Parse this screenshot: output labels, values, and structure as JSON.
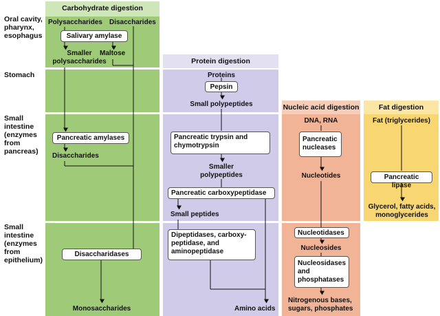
{
  "row_labels": {
    "oral": "Oral cavity,\npharynx,\nesophagus",
    "stomach": "Stomach",
    "small_pancreas": "Small\nintestine\n(enzymes\nfrom\npancreas)",
    "small_epithelium": "Small\nintestine\n(enzymes\nfrom\nepithelium)"
  },
  "carb": {
    "header": "Carbohydrate digestion",
    "polysaccharides": "Polysaccharides",
    "disaccharides_top": "Disaccharides",
    "salivary_amylase": "Salivary amylase",
    "smaller_polysaccharides": "Smaller\npolysaccharides",
    "maltose": "Maltose",
    "pancreatic_amylases": "Pancreatic amylases",
    "disaccharides_mid": "Disaccharides",
    "disaccharidases": "Disaccharidases",
    "monosaccharides": "Monosaccharides"
  },
  "protein": {
    "header": "Protein digestion",
    "proteins": "Proteins",
    "pepsin": "Pepsin",
    "small_polypeptides": "Small polypeptides",
    "trypsin": "Pancreatic trypsin and\nchymotrypsin",
    "smaller_polypeptides": "Smaller\npolypeptides",
    "carboxypeptidase": "Pancreatic carboxypeptidase",
    "small_peptides": "Small peptides",
    "dipeptidases": "Dipeptidases, carboxy-\npeptidase, and\naminopeptidase",
    "amino_acids": "Amino acids"
  },
  "nucleic": {
    "header": "Nucleic acid digestion",
    "dna_rna": "DNA, RNA",
    "nucleases": "Pancreatic\nnucleases",
    "nucleotides": "Nucleotides",
    "nucleotidases": "Nucleotidases",
    "nucleosides": "Nucleosides",
    "nucleosidases": "Nucleosidases\nand\nphosphatases",
    "products": "Nitrogenous bases,\nsugars, phosphates"
  },
  "fat": {
    "header": "Fat digestion",
    "fat": "Fat (triglycerides)",
    "lipase": "Pancreatic lipase",
    "products": "Glycerol, fatty acids,\nmonoglycerides"
  },
  "colors": {
    "carb_band": "#9fcb79",
    "carb_header": "#cfe6b8",
    "protein_band": "#cfcbe8",
    "protein_header": "#e3e1f1",
    "nucleic_band": "#f2b497",
    "nucleic_header": "#f6cdb9",
    "fat_band": "#f8d772",
    "fat_header": "#fbe6a4"
  }
}
